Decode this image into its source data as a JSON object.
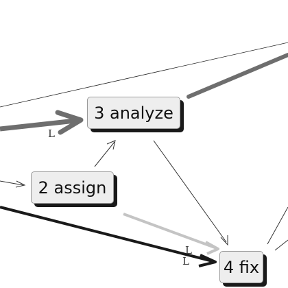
{
  "nodes": {
    "analyze": {
      "label": "3 analyze"
    },
    "assign": {
      "label": "2 assign"
    },
    "fix": {
      "label": "4 fix"
    }
  },
  "edge_labels": {
    "into_analyze": "L",
    "into_fix_upper": "L",
    "into_fix_lower": "L"
  },
  "colors": {
    "node_fill": "#eeeeee",
    "node_border": "#9a9a9a",
    "node_shadow": "#1a1a1a",
    "edge_heavy_gray": "#6e6e6e",
    "edge_light_gray": "#c4c4c4",
    "edge_black": "#1a1a1a",
    "edge_thin": "#333333"
  }
}
